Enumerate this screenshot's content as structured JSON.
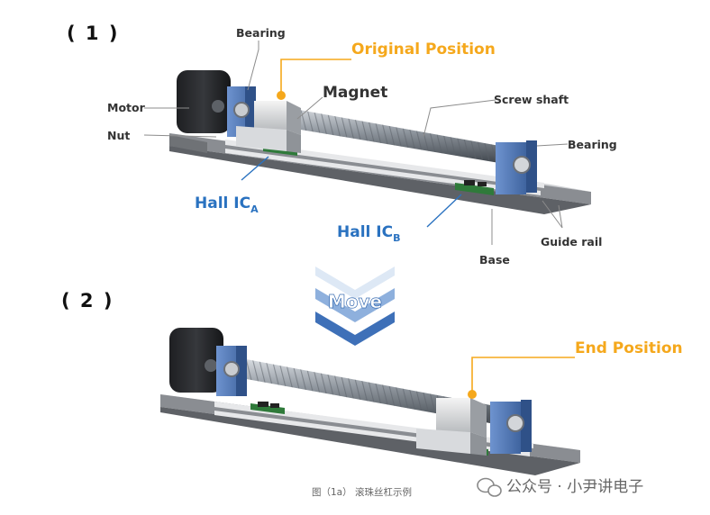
{
  "colors": {
    "accent_orange": "#f5a81c",
    "hall_blue": "#2a72c0",
    "bearing_blue": "#4f78b7",
    "base_gray": "#8a8d92"
  },
  "step1": {
    "number": "( 1 )",
    "labels": {
      "bearing_left": "Bearing",
      "original_position": "Original Position",
      "motor": "Motor",
      "magnet": "Magnet",
      "screw_shaft": "Screw shaft",
      "nut": "Nut",
      "bearing_right": "Bearing",
      "hall_ic_a": "Hall IC",
      "hall_ic_a_sub": "A",
      "hall_ic_b": "Hall IC",
      "hall_ic_b_sub": "B",
      "guide_rail": "Guide rail",
      "base": "Base"
    }
  },
  "move_label": "Move",
  "step2": {
    "number": "( 2 )",
    "labels": {
      "end_position": "End Position"
    }
  },
  "caption": "图（1a） 滚珠丝杠示例",
  "watermark": "公众号 · 小尹讲电子",
  "watermark_icon": "wechat-icon"
}
